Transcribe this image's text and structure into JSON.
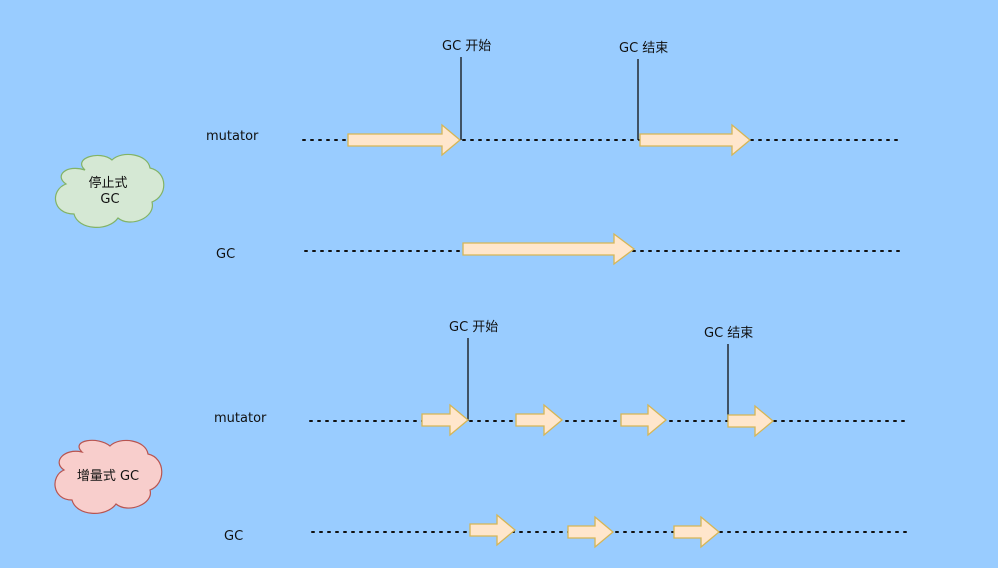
{
  "stop_the_world": {
    "cloud_label_line1": "停止式",
    "cloud_label_line2": "GC",
    "cloud_fill": "#d5e8d4",
    "cloud_stroke": "#82b366",
    "mutator_label": "mutator",
    "gc_label": "GC",
    "gc_start_label": "GC 开始",
    "gc_end_label": "GC 结束"
  },
  "incremental": {
    "cloud_label": "增量式 GC",
    "cloud_fill": "#f8cecc",
    "cloud_stroke": "#b85450",
    "mutator_label": "mutator",
    "gc_label": "GC",
    "gc_start_label": "GC 开始",
    "gc_end_label": "GC 结束"
  },
  "colors": {
    "background": "#99ccff",
    "arrow_fill": "#ffe6cc",
    "arrow_stroke": "#d6b656"
  }
}
